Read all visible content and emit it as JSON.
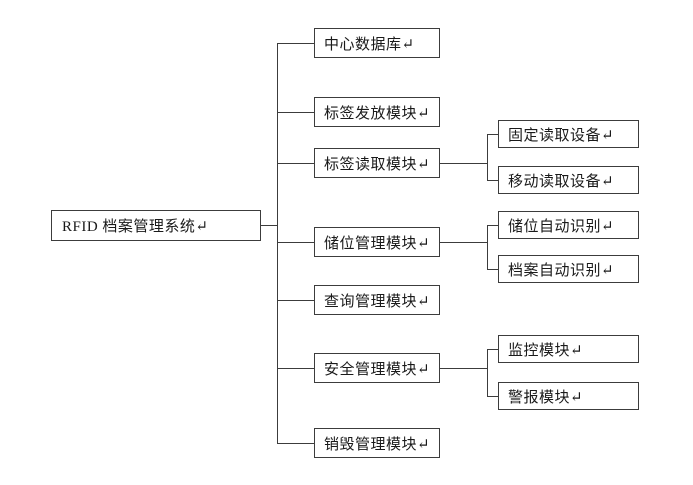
{
  "colors": {
    "line": "#3c3c3c",
    "text": "#1a1a1a",
    "background": "#ffffff"
  },
  "tree": {
    "root": "RFID 档案管理系统↵",
    "children": [
      {
        "label": "中心数据库↵"
      },
      {
        "label": "标签发放模块↵"
      },
      {
        "label": "标签读取模块↵",
        "children": [
          {
            "label": "固定读取设备↵"
          },
          {
            "label": "移动读取设备↵"
          }
        ]
      },
      {
        "label": "储位管理模块↵",
        "children": [
          {
            "label": "储位自动识别↵"
          },
          {
            "label": "档案自动识别↵"
          }
        ]
      },
      {
        "label": "查询管理模块↵"
      },
      {
        "label": "安全管理模块↵",
        "children": [
          {
            "label": "监控模块↵"
          },
          {
            "label": "警报模块↵"
          }
        ]
      },
      {
        "label": "销毁管理模块↵"
      }
    ]
  }
}
